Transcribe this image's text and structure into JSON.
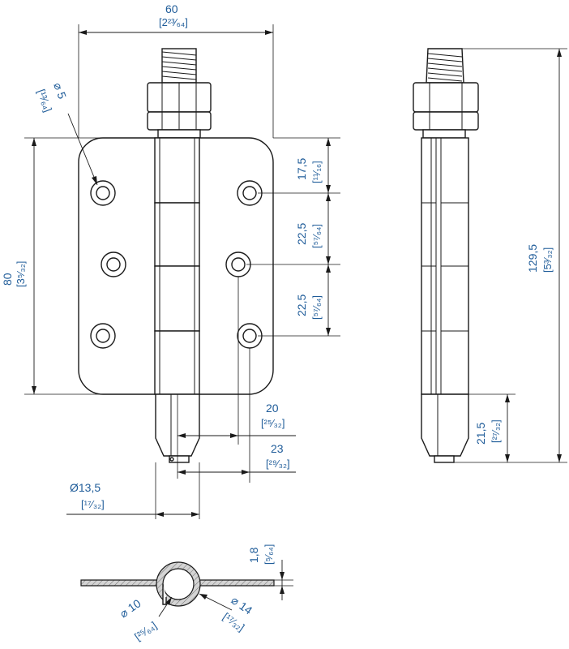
{
  "dimensions": {
    "width_total": {
      "metric": "60",
      "imperial": "[2²³⁄₆₄]"
    },
    "hole_diameter": {
      "metric": "⌀ 5",
      "imperial": "[¹³⁄₆₄]"
    },
    "height_leaf": {
      "metric": "80",
      "imperial": "[3⁵⁄₃₂]"
    },
    "spacing_top": {
      "metric": "17,5",
      "imperial": "[¹¹⁄₁₆]"
    },
    "spacing_mid1": {
      "metric": "22,5",
      "imperial": "[⁵⁷⁄₆₄]"
    },
    "spacing_mid2": {
      "metric": "22,5",
      "imperial": "[⁵⁷⁄₆₄]"
    },
    "hole_offset_20": {
      "metric": "20",
      "imperial": "[²⁵⁄₃₂]"
    },
    "hole_offset_23": {
      "metric": "23",
      "imperial": "[²⁹⁄₃₂]"
    },
    "knuckle_diameter": {
      "metric": "Ø13,5",
      "imperial": "[¹⁷⁄₃₂]"
    },
    "height_total": {
      "metric": "129,5",
      "imperial": "[5³⁄₃₂]"
    },
    "bottom_extension": {
      "metric": "21,5",
      "imperial": "[²⁷⁄₃₂]"
    },
    "thickness": {
      "metric": "1,8",
      "imperial": "[⁵⁄₆₄]"
    },
    "pin_inner": {
      "metric": "⌀ 10",
      "imperial": "[²⁵⁄₆₄]"
    },
    "knuckle_outer": {
      "metric": "⌀ 14",
      "imperial": "[¹⁷⁄₃₂]"
    }
  },
  "colors": {
    "dimension_text": "#1f5c99",
    "lines": "#1a1a1a",
    "section_fill": "#c9c9c9"
  }
}
